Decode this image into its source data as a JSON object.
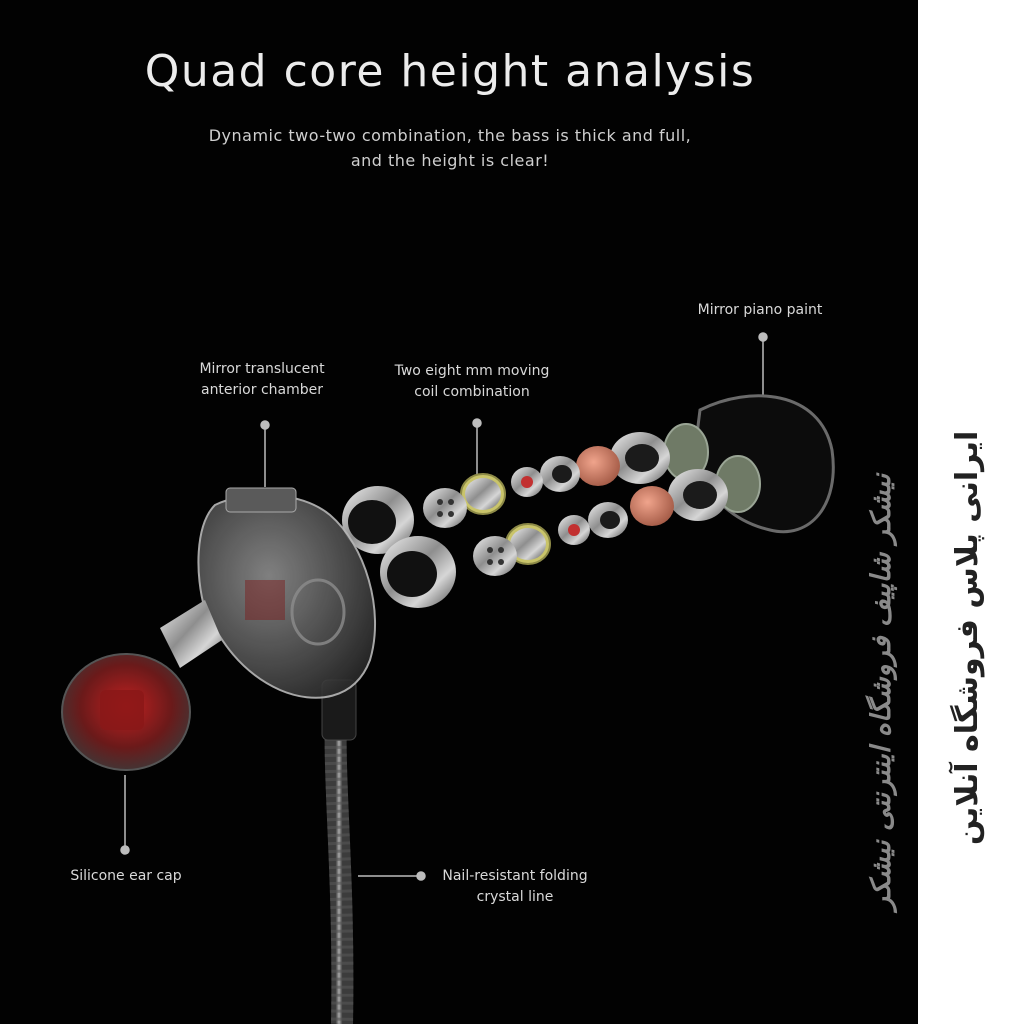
{
  "poster": {
    "title": "Quad core height analysis",
    "subtitle_line1": "Dynamic two-two combination, the bass is thick and full,",
    "subtitle_line2": "and the height is clear!",
    "callouts": {
      "anterior_chamber": "Mirror translucent\nanterior chamber",
      "moving_coil": "Two eight mm moving\ncoil combination",
      "piano_paint": "Mirror piano paint",
      "ear_cap": "Silicone ear cap",
      "crystal_line": "Nail-resistant folding\ncrystal line"
    },
    "watermark": "نیشکر شاپیف   فروشگاه اینترنتی نیشکر"
  },
  "sidebar": {
    "text": "ایرانی پلاس فروشگاه آنلاین"
  },
  "colors": {
    "background": "#020202",
    "text": "#ececec",
    "copper": "#c7735e",
    "green_disc": "#6f7a66",
    "silicone_red": "#b02020"
  }
}
